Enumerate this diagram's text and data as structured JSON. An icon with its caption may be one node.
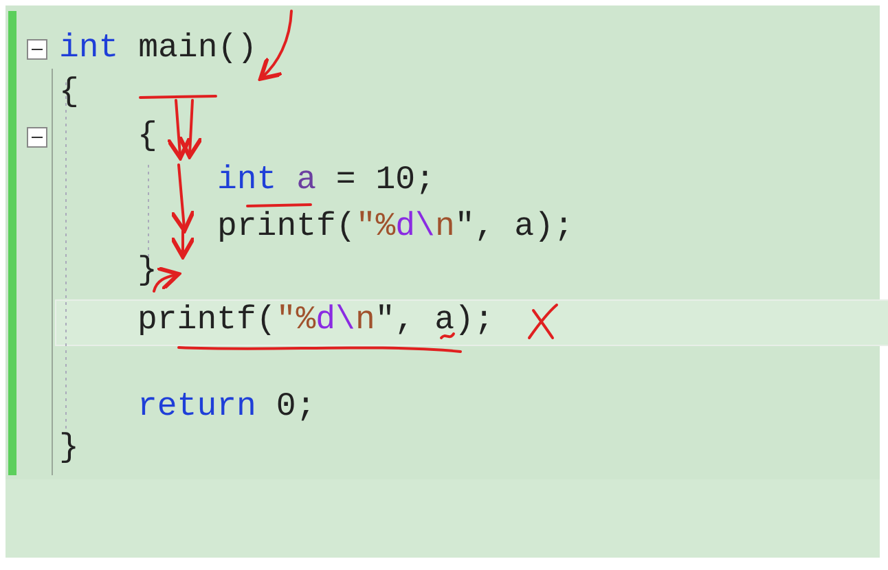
{
  "diagram": {
    "labels": [
      "int main()",
      "{",
      "{",
      "int a = 10;",
      "printf(\"%d\\n\", a);",
      "}",
      "printf(\"%d\\n\", a);",
      "return 0;",
      "}"
    ]
  }
}
